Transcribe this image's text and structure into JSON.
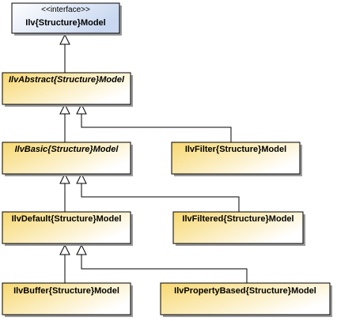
{
  "colors": {
    "interface_fill_start": "#ffffff",
    "interface_fill_end": "#c9d8f0",
    "class_fill_start": "#f7d870",
    "class_fill_end": "#ffffff",
    "border": "#000000"
  },
  "classes": [
    {
      "id": "model",
      "stereotype": "<<interface>>",
      "name": "IlvStructureModel",
      "label": "Ilv{Structure}Model",
      "kind": "interface",
      "abstract": false
    },
    {
      "id": "abstract",
      "name": "IlvAbstractStructureModel",
      "label": "IlvAbstract{Structure}Model",
      "kind": "class",
      "abstract": true
    },
    {
      "id": "basic",
      "name": "IlvBasicStructureModel",
      "label": "IlvBasic{Structure}Model",
      "kind": "class",
      "abstract": true
    },
    {
      "id": "filter",
      "name": "IlvFilterStructureModel",
      "label": "IlvFilter{Structure}Model",
      "kind": "class",
      "abstract": false
    },
    {
      "id": "default",
      "name": "IlvDefaultStructureModel",
      "label": "IlvDefault{Structure}Model",
      "kind": "class",
      "abstract": false
    },
    {
      "id": "filtered",
      "name": "IlvFilteredStructureModel",
      "label": "IlvFiltered{Structure}Model",
      "kind": "class",
      "abstract": false
    },
    {
      "id": "buffer",
      "name": "IlvBufferStructureModel",
      "label": "IlvBuffer{Structure}Model",
      "kind": "class",
      "abstract": false
    },
    {
      "id": "property",
      "name": "IlvPropertyBasedStructureModel",
      "label": "IlvPropertyBased{Structure}Model",
      "kind": "class",
      "abstract": false
    }
  ],
  "relations": [
    {
      "from": "abstract",
      "to": "model",
      "type": "generalization"
    },
    {
      "from": "basic",
      "to": "abstract",
      "type": "generalization"
    },
    {
      "from": "filter",
      "to": "abstract",
      "type": "generalization"
    },
    {
      "from": "default",
      "to": "basic",
      "type": "generalization"
    },
    {
      "from": "filtered",
      "to": "basic",
      "type": "generalization"
    },
    {
      "from": "buffer",
      "to": "default",
      "type": "generalization"
    },
    {
      "from": "property",
      "to": "default",
      "type": "generalization"
    }
  ]
}
